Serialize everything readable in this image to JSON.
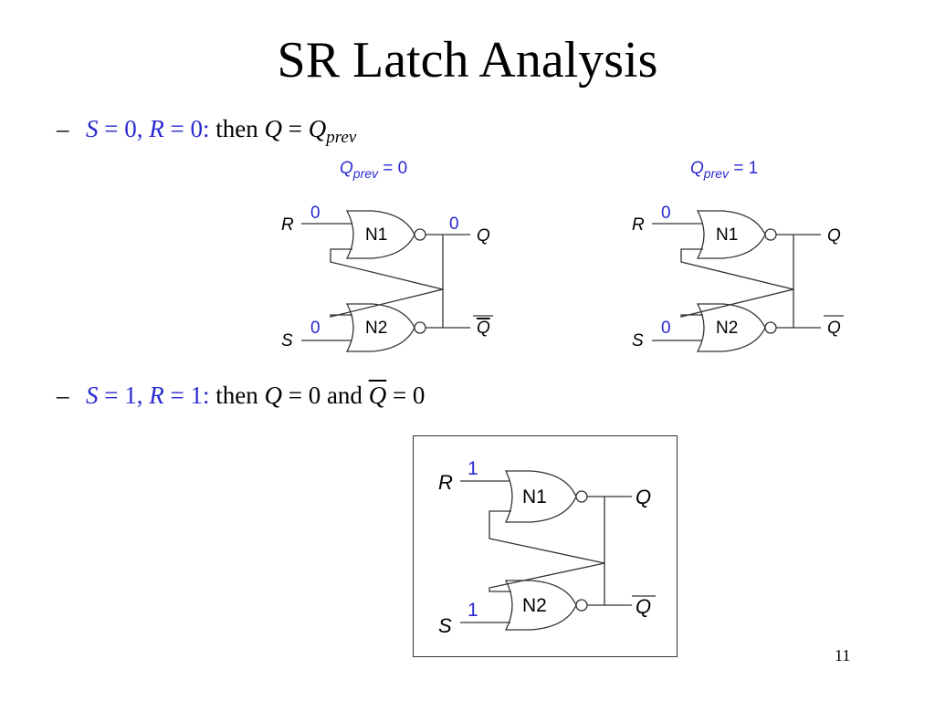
{
  "slide": {
    "title": "SR Latch Analysis",
    "page_number": "11"
  },
  "bullet1": {
    "dash": "–",
    "cond": {
      "s": "S",
      "eq_s": " = 0, ",
      "r": "R",
      "eq_r": " = 0:"
    },
    "text_then": " then ",
    "q": "Q",
    "eq": " = ",
    "qprev_q": "Q",
    "qprev_sub": "prev"
  },
  "bullet2": {
    "dash": "–",
    "cond": {
      "s": "S",
      "eq_s": " = 1, ",
      "r": "R",
      "eq_r": " = 1:"
    },
    "text_then": " then ",
    "q": "Q",
    "eq_zero_and": " = 0 and ",
    "qbar": "Q",
    "eq_zero": " = 0"
  },
  "colors": {
    "accent": "#2a2ad0",
    "wire": "#333333"
  },
  "circuits": [
    {
      "caption_q": "Q",
      "caption_sub": "prev",
      "caption_val": " = 0",
      "r_label": "R",
      "s_label": "S",
      "r_value": "0",
      "s_value": "0",
      "q_value": "0",
      "gate_top": "N1",
      "gate_bottom": "N2",
      "q_label": "Q",
      "qbar_label": "Q"
    },
    {
      "caption_q": "Q",
      "caption_sub": "prev",
      "caption_val": " = 1",
      "r_label": "R",
      "s_label": "S",
      "r_value": "0",
      "s_value": "0",
      "gate_top": "N1",
      "gate_bottom": "N2",
      "q_label": "Q",
      "qbar_label": "Q"
    },
    {
      "r_label": "R",
      "s_label": "S",
      "r_value": "1",
      "s_value": "1",
      "gate_top": "N1",
      "gate_bottom": "N2",
      "q_label": "Q",
      "qbar_label": "Q"
    }
  ]
}
